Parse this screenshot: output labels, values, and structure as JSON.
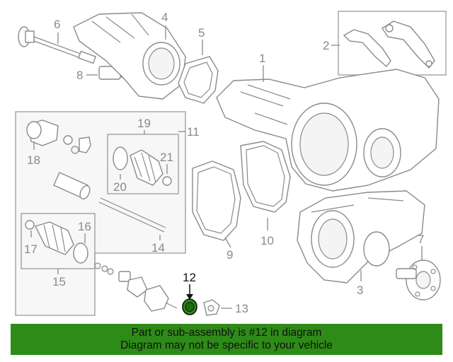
{
  "diagram": {
    "callouts": [
      {
        "id": "1",
        "label": "1"
      },
      {
        "id": "2",
        "label": "2"
      },
      {
        "id": "3",
        "label": "3"
      },
      {
        "id": "4",
        "label": "4"
      },
      {
        "id": "5",
        "label": "5"
      },
      {
        "id": "6",
        "label": "6"
      },
      {
        "id": "7",
        "label": "7"
      },
      {
        "id": "8",
        "label": "8"
      },
      {
        "id": "9",
        "label": "9"
      },
      {
        "id": "10",
        "label": "10"
      },
      {
        "id": "11",
        "label": "11"
      },
      {
        "id": "12",
        "label": "12",
        "highlighted": true
      },
      {
        "id": "13",
        "label": "13"
      },
      {
        "id": "14",
        "label": "14"
      },
      {
        "id": "15",
        "label": "15"
      },
      {
        "id": "16",
        "label": "16"
      },
      {
        "id": "17",
        "label": "17"
      },
      {
        "id": "18",
        "label": "18"
      },
      {
        "id": "19",
        "label": "19"
      },
      {
        "id": "20",
        "label": "20"
      },
      {
        "id": "21",
        "label": "21"
      }
    ],
    "highlight_color": "#2e8b17"
  },
  "banner": {
    "line1": "Part or sub-assembly is #12 in diagram",
    "line2": "Diagram may not be specific to your vehicle",
    "background": "#2e8b17"
  }
}
